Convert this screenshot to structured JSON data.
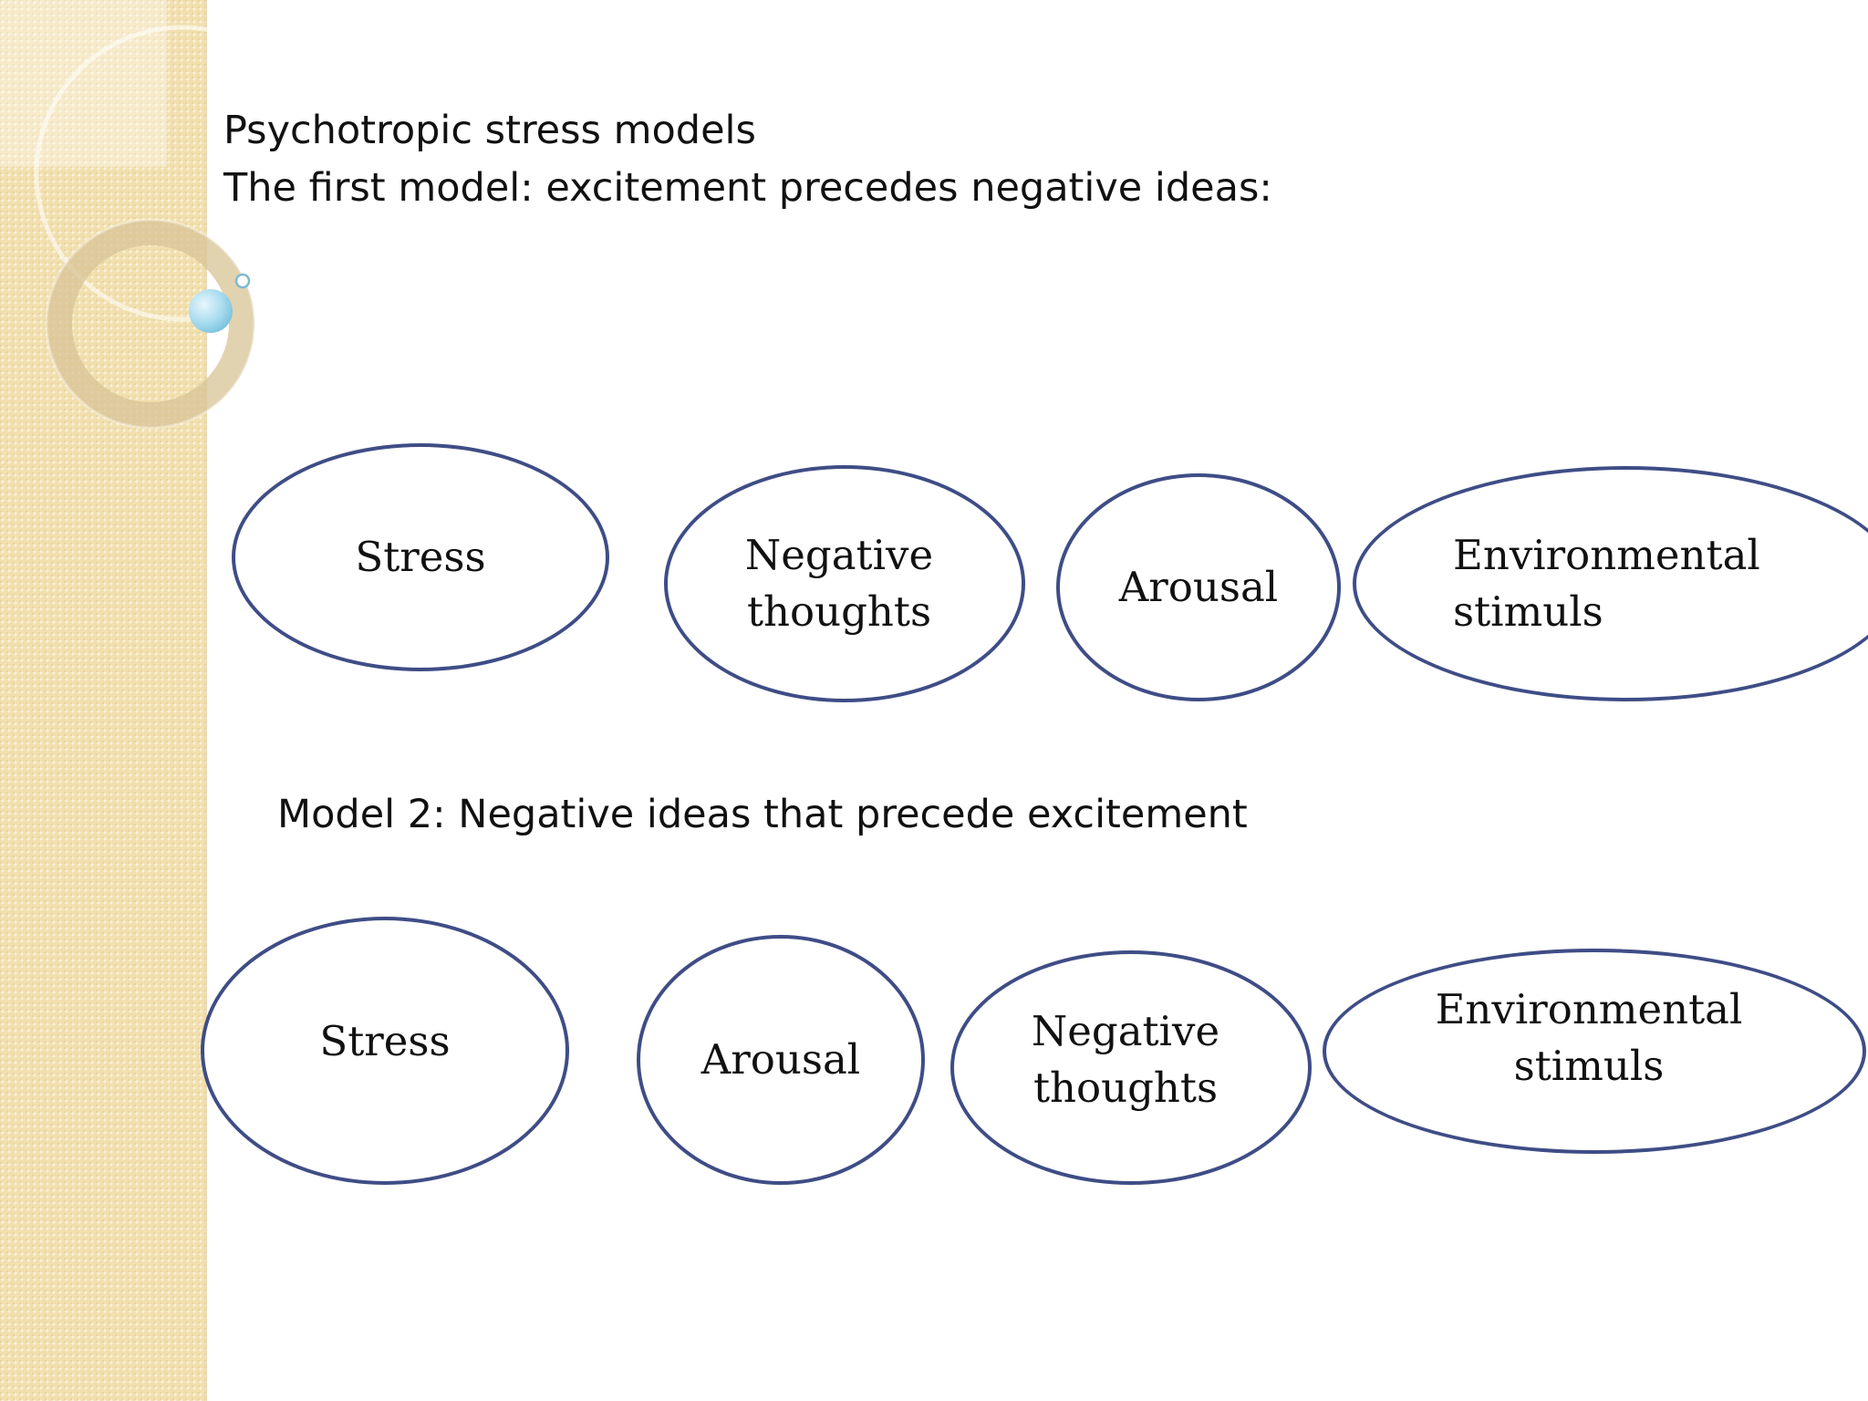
{
  "slide": {
    "title": "Psychotropic stress models",
    "model1_heading": "The first model: excitement precedes negative ideas:",
    "model2_heading": "Model 2: Negative ideas that precede excitement"
  },
  "model1": {
    "nodes": [
      {
        "lines": [
          "Stress"
        ]
      },
      {
        "lines": [
          "Negative",
          "thoughts"
        ]
      },
      {
        "lines": [
          "Arousal"
        ]
      },
      {
        "lines": [
          "Environmental",
          "stimuls"
        ]
      }
    ]
  },
  "model2": {
    "nodes": [
      {
        "lines": [
          "Stress"
        ]
      },
      {
        "lines": [
          "Arousal"
        ]
      },
      {
        "lines": [
          "Negative",
          "thoughts"
        ]
      },
      {
        "lines": [
          "Environmental",
          "stimuls"
        ]
      }
    ]
  },
  "colors": {
    "node_border": "#3f4d86",
    "side_panel": "#f1dfae",
    "text": "#111111"
  }
}
